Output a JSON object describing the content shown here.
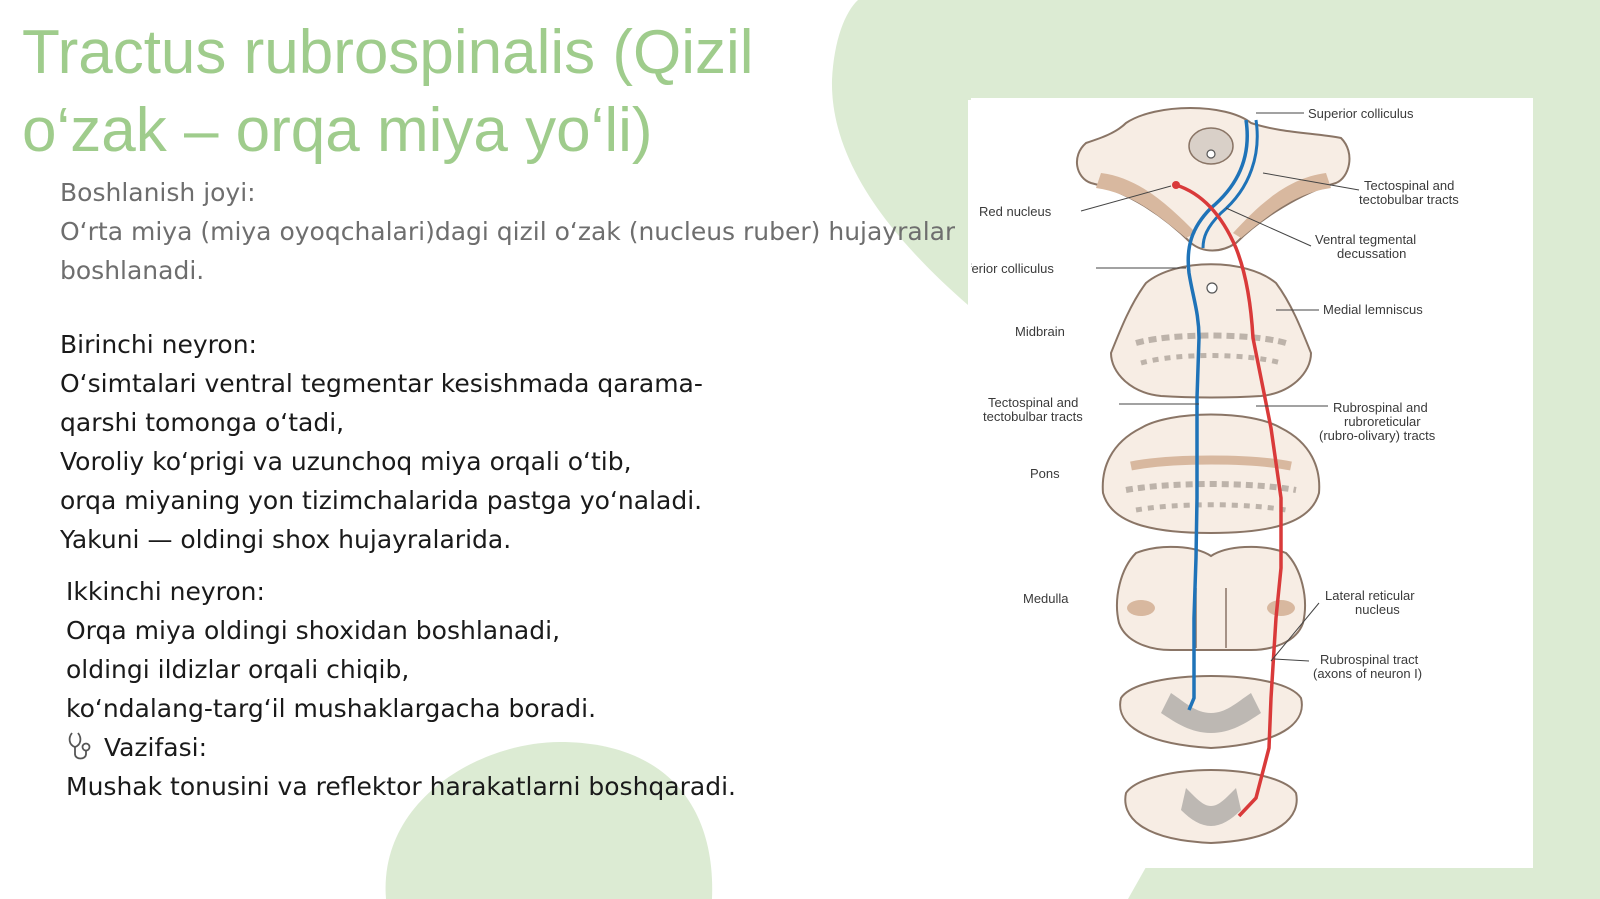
{
  "slide": {
    "title": "Tractus rubrospinalis (Qizil o‘zak – orqa miya yo‘li)",
    "block1": {
      "lines": [
        "Boshlanish joyi:",
        "O‘rta miya (miya oyoqchalari)dagi qizil o‘zak (nucleus ruber) hujayralaridan",
        "boshlanadi."
      ]
    },
    "block2": {
      "lines": [
        "Birinchi neyron:",
        "O‘simtalari ventral tegmentar kesishmada qarama-",
        "qarshi tomonga o‘tadi,",
        "Voroliy ko‘prigi va uzunchoq miya orqali o‘tib,",
        "orqa miyaning yon tizimchalarida pastga yo‘naladi.",
        "Yakuni — oldingi shox hujayralarida."
      ]
    },
    "block3": {
      "lines": [
        "Ikkinchi neyron:",
        "Orqa miya oldingi shoxidan boshlanadi,",
        "oldingi ildizlar orqali chiqib,",
        "ko‘ndalang-targ‘il mushaklargacha boradi."
      ],
      "function_label": "Vazifasi:",
      "function_text": "Mushak tonusini va reflektor harakatlarni boshqaradi.",
      "function_icon": "stethoscope-icon"
    },
    "colors": {
      "accent_green": "#dcebd3",
      "title_green": "#9fcc8c",
      "tract_red": "#d93a3a",
      "tract_blue": "#1f73b8"
    }
  },
  "figure": {
    "labels": {
      "superior_colliculus": "Superior colliculus",
      "tectospinal_top": [
        "Tectospinal and",
        "tectobulbar tracts"
      ],
      "red_nucleus": "Red nucleus",
      "ventral_tegmental": [
        "Ventral tegmental",
        "decussation"
      ],
      "inferior_colliculus": "Inferior colliculus",
      "medial_lemniscus": "Medial lemniscus",
      "midbrain": "Midbrain",
      "tectospinal_mid": [
        "Tectospinal and",
        "tectobulbar tracts"
      ],
      "rubrospinal_rubroreticular": [
        "Rubrospinal and",
        "rubroreticular",
        "(rubro-olivary) tracts"
      ],
      "pons": "Pons",
      "medulla": "Medulla",
      "lateral_reticular": [
        "Lateral reticular",
        "nucleus"
      ],
      "rubrospinal_tract": [
        "Rubrospinal tract",
        "(axons of neuron I)"
      ]
    }
  }
}
